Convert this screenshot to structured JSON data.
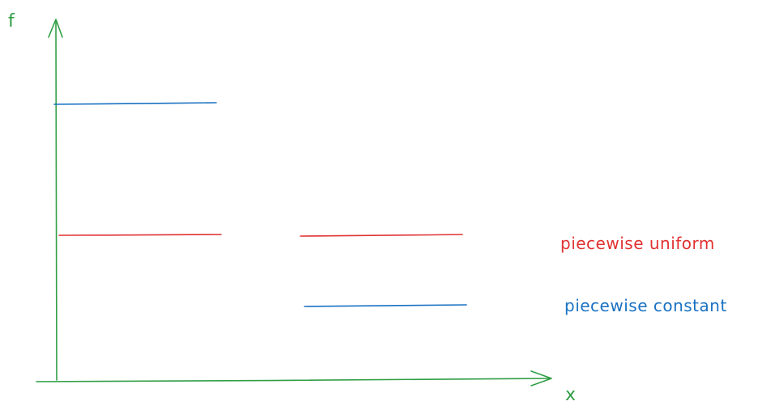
{
  "diagram": {
    "axis_labels": {
      "y": "f",
      "x": "x"
    },
    "colors": {
      "axes": "#2f9e44",
      "uniform": "#e03131",
      "constant": "#1971c2"
    },
    "legend": {
      "uniform_label": "piecewise uniform",
      "constant_label": "piecewise constant"
    }
  }
}
